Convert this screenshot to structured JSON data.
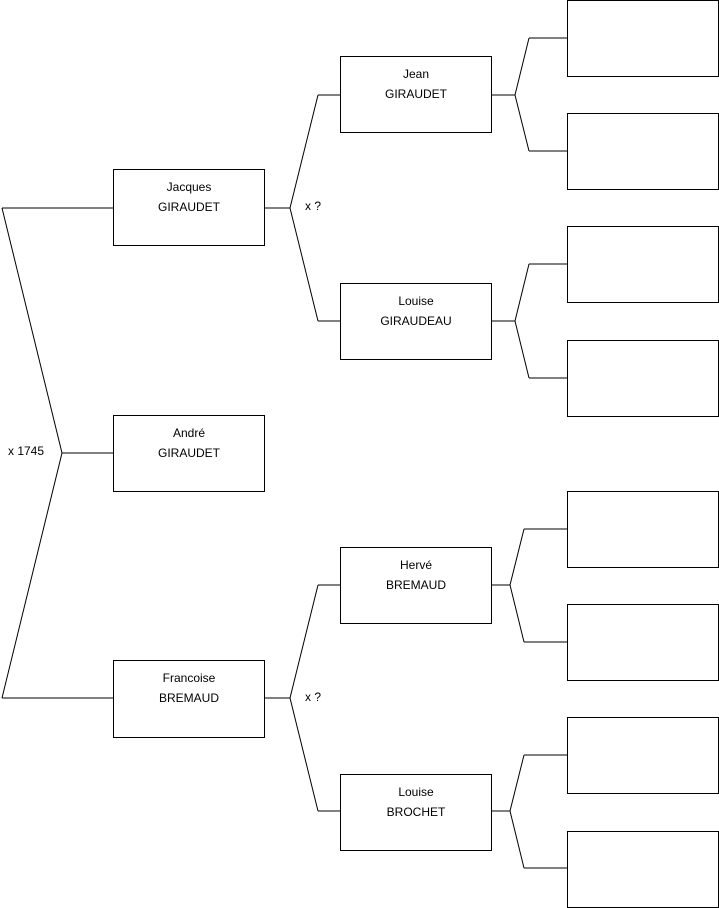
{
  "people": {
    "root": {
      "first": "André",
      "last": "GIRAUDET"
    },
    "father": {
      "first": "Jacques",
      "last": "GIRAUDET"
    },
    "mother": {
      "first": "Francoise",
      "last": "BREMAUD"
    },
    "paternal_grandfather": {
      "first": "Jean",
      "last": "GIRAUDET"
    },
    "paternal_grandmother": {
      "first": "Louise",
      "last": "GIRAUDEAU"
    },
    "maternal_grandfather": {
      "first": "Hervé",
      "last": "BREMAUD"
    },
    "maternal_grandmother": {
      "first": "Louise",
      "last": "BROCHET"
    }
  },
  "marriages": {
    "parents": "x 1745",
    "paternal_grandparents": "x ?",
    "maternal_grandparents": "x ?"
  },
  "great_grandparents": [
    "",
    "",
    "",
    "",
    "",
    "",
    "",
    ""
  ]
}
